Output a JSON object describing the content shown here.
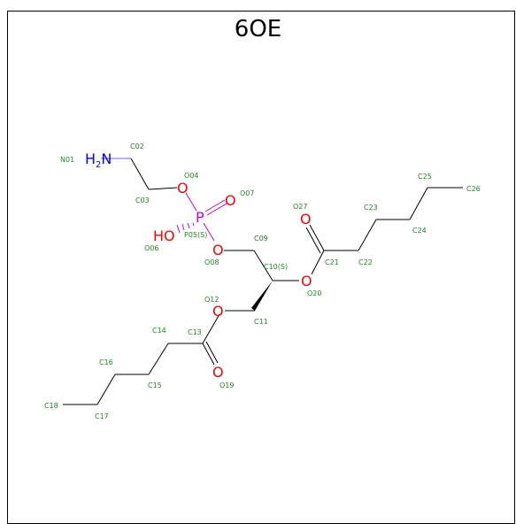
{
  "title": "6OE",
  "colors": {
    "bond": "#000000",
    "label": "#1f8a1f",
    "oxygen": "#ff0000",
    "nitrogen": "#0000ff",
    "phosphorus": "#cc00cc",
    "amine_bond": "#6666ff"
  },
  "atoms": {
    "N01": {
      "label": "N01",
      "symbol": "N",
      "h": "H",
      "h_sub": "2"
    },
    "C02": {
      "label": "C02"
    },
    "C03": {
      "label": "C03"
    },
    "O04": {
      "label": "O04",
      "symbol": "O"
    },
    "P05": {
      "label": "P05(S)",
      "symbol": "P"
    },
    "O06": {
      "label": "O06",
      "symbol": "HO"
    },
    "O07": {
      "label": "O07",
      "symbol": "O"
    },
    "O08": {
      "label": "O08",
      "symbol": "O"
    },
    "C09": {
      "label": "C09"
    },
    "C10": {
      "label": "C10(S)"
    },
    "C11": {
      "label": "C11"
    },
    "O12": {
      "label": "O12",
      "symbol": "O"
    },
    "C13": {
      "label": "C13"
    },
    "C14": {
      "label": "C14"
    },
    "C15": {
      "label": "C15"
    },
    "C16": {
      "label": "C16"
    },
    "C17": {
      "label": "C17"
    },
    "C18": {
      "label": "C18"
    },
    "O19": {
      "label": "O19",
      "symbol": "O"
    },
    "O20": {
      "label": "O20",
      "symbol": "O"
    },
    "C21": {
      "label": "C21"
    },
    "C22": {
      "label": "C22"
    },
    "C23": {
      "label": "C23"
    },
    "C24": {
      "label": "C24"
    },
    "C25": {
      "label": "C25"
    },
    "C26": {
      "label": "C26"
    },
    "O27": {
      "label": "O27",
      "symbol": "O"
    }
  }
}
